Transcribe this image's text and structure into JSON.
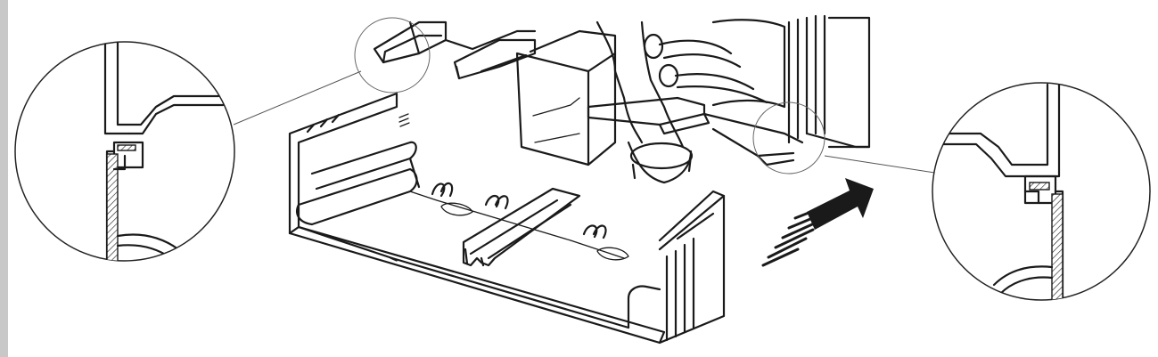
{
  "figure": {
    "kind": "technical assembly illustration",
    "left_detail": "zoom-detail-left",
    "right_detail": "zoom-detail-right",
    "arrow_direction": "up-right",
    "colors": {
      "ink": "#1a1a1a",
      "background": "#ffffff",
      "left_edge_bar": "#c8c8c8"
    }
  }
}
